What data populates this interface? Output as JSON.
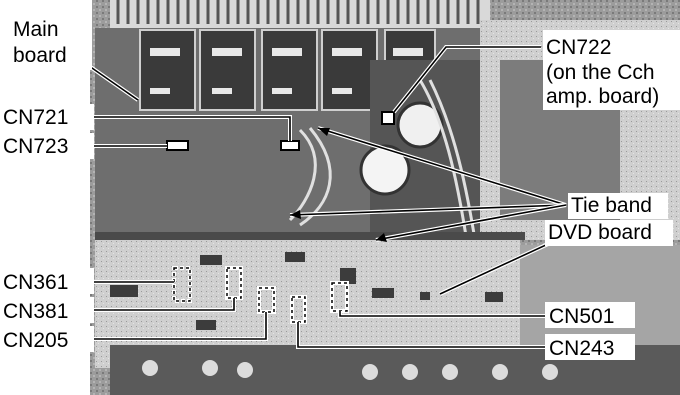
{
  "labels": {
    "main_board_line1": "Main",
    "main_board_line2": "board",
    "cn722": "CN722",
    "cn722_note1": "(on the Cch",
    "cn722_note2": "amp. board)",
    "cn721": "CN721",
    "cn723": "CN723",
    "tie_band": "Tie band",
    "dvd_board": "DVD board",
    "cn361": "CN361",
    "cn381": "CN381",
    "cn205": "CN205",
    "cn501": "CN501",
    "cn243": "CN243"
  },
  "colors": {
    "photo_dark": "#3a3a3a",
    "photo_mid": "#8a8a8a",
    "photo_light": "#c8c8c8",
    "label_text": "#000000"
  }
}
